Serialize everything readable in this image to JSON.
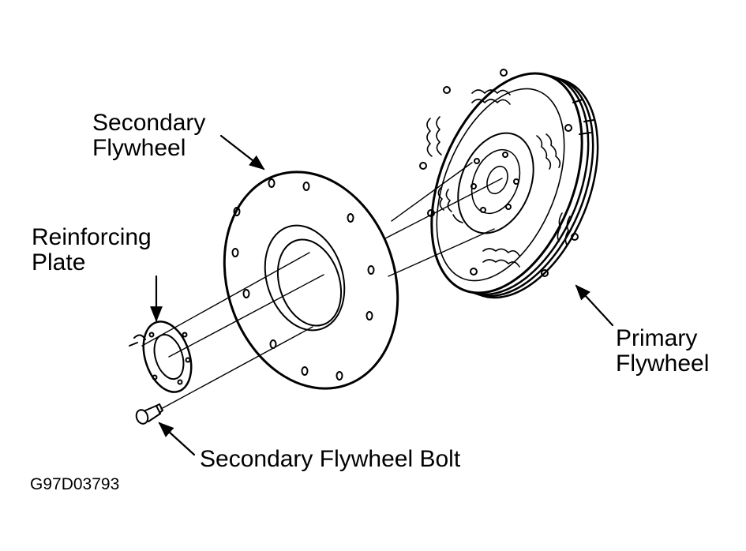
{
  "labels": {
    "secondary_flywheel": [
      "Secondary",
      "Flywheel"
    ],
    "reinforcing_plate": [
      "Reinforcing",
      "Plate"
    ],
    "primary_flywheel": [
      "Primary",
      "Flywheel"
    ],
    "secondary_flywheel_bolt": "Secondary Flywheel Bolt",
    "figure_code": "G97D03793"
  }
}
